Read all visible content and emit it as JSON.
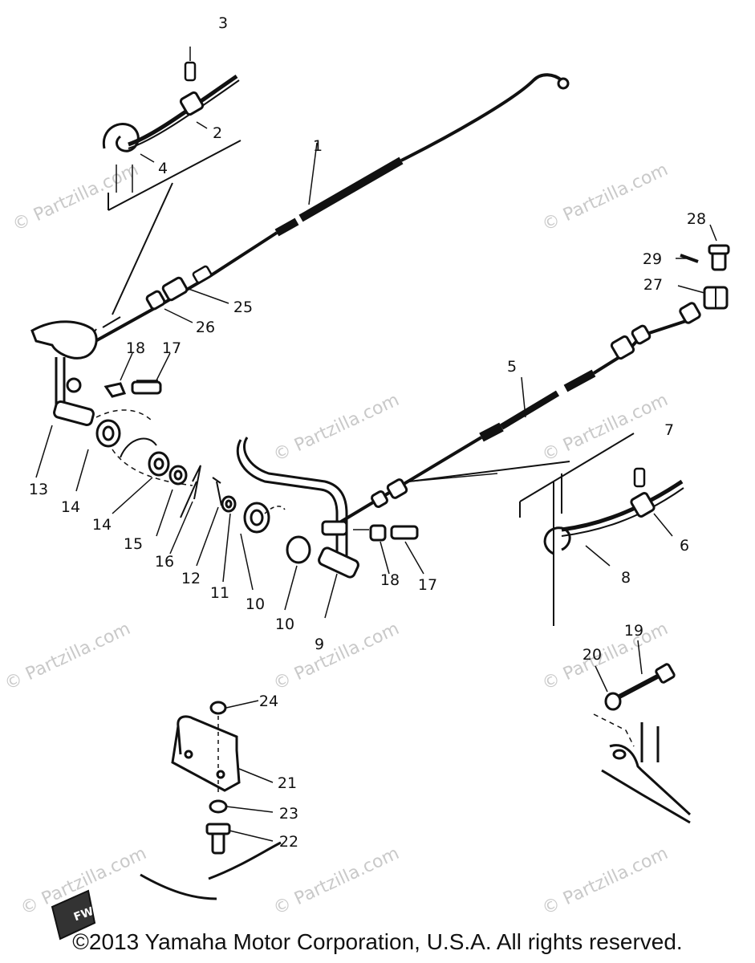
{
  "watermark": "© Partzilla.com",
  "fwd_mark": "FWD",
  "copyright": "©2013  Yamaha Motor Corporation, U.S.A. All rights reserved.",
  "callouts": {
    "c1": "1",
    "c2": "2",
    "c3": "3",
    "c4": "4",
    "c5": "5",
    "c6": "6",
    "c7": "7",
    "c8": "8",
    "c9": "9",
    "c10a": "10",
    "c10b": "10",
    "c11": "11",
    "c12": "12",
    "c13": "13",
    "c14a": "14",
    "c14b": "14",
    "c15": "15",
    "c16": "16",
    "c17a": "17",
    "c17b": "17",
    "c18a": "18",
    "c18b": "18",
    "c19": "19",
    "c20": "20",
    "c21": "21",
    "c22": "22",
    "c23": "23",
    "c24": "24",
    "c25": "25",
    "c26": "26",
    "c27": "27",
    "c28": "28",
    "c29": "29"
  }
}
